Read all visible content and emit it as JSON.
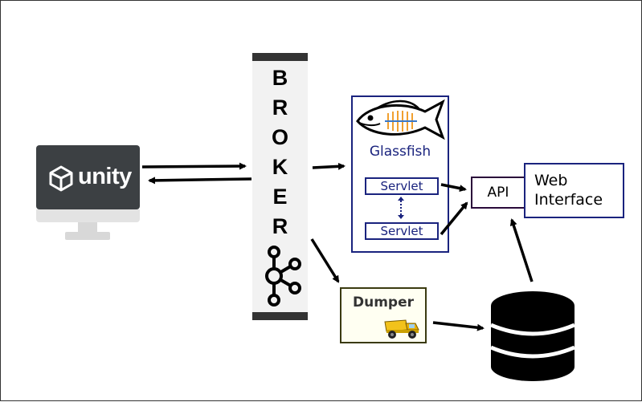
{
  "unity": {
    "label": "unity"
  },
  "broker": {
    "letters": [
      "B",
      "R",
      "O",
      "K",
      "E",
      "R"
    ]
  },
  "glassfish": {
    "label": "Glassfish",
    "servlet_top": "Servlet",
    "servlet_bottom": "Servlet"
  },
  "api": {
    "label": "API"
  },
  "web_interface": {
    "line1": "Web",
    "line2": "Interface"
  },
  "dumper": {
    "label": "Dumper"
  },
  "colors": {
    "monitor": "#3c4043",
    "broker_band": "#333333",
    "glassfish_border": "#1a237e",
    "api_border": "#2a0a3a",
    "dumper_border": "#3a3a10",
    "database": "#000000"
  },
  "icons": [
    "unity-logo-icon",
    "kafka-icon",
    "glassfish-fish-icon",
    "dump-truck-icon",
    "database-icon",
    "monitor-icon"
  ]
}
